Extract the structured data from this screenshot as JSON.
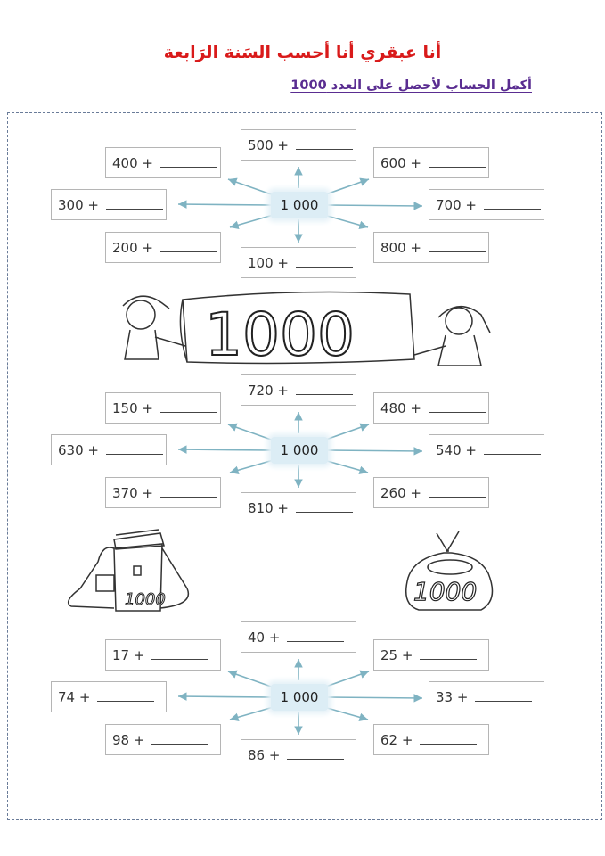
{
  "title": "أنا عبقري أنا أحسب السَنة الرَابعة",
  "subtitle": "أكمل الحساب لأحصل على العدد 1000",
  "illustrations": {
    "banner_text": "1000",
    "schoolbag_text": "1000",
    "sack_text": "1000"
  },
  "clusters": [
    {
      "center": "1 000",
      "items": [
        "500 +",
        "400 +",
        "600 +",
        "300 +",
        "700 +",
        "200 +",
        "800 +",
        "100 +"
      ]
    },
    {
      "center": "1 000",
      "items": [
        "720 +",
        "150 +",
        "480 +",
        "630 +",
        "540 +",
        "370 +",
        "260 +",
        "810 +"
      ]
    },
    {
      "center": "1 000",
      "items": [
        "40 +",
        "17 +",
        "25 +",
        "74 +",
        "33 +",
        "98 +",
        "62 +",
        "86 +"
      ]
    }
  ],
  "colors": {
    "title": "#d91a1a",
    "subtitle": "#5a2d91",
    "arrow": "#7fb3c2"
  }
}
